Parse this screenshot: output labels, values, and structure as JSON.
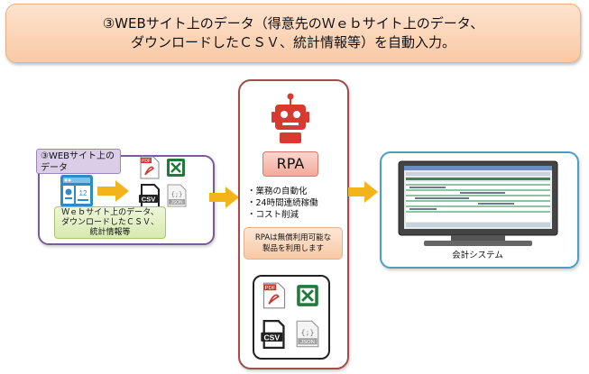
{
  "banner": {
    "line1": "③WEBサイト上のデータ（得意先のＷｅｂサイト上のデータ、",
    "line2": "ダウンロードしたＣＳＶ、統計情報等）を自動入力。"
  },
  "source": {
    "label": "③WEBサイト上のデータ",
    "caption_line1": "Ｗｅｂサイト上のデータ、",
    "caption_line2": "ダウンロードしたＣＳＶ、",
    "caption_line3": "統計情報等"
  },
  "rpa": {
    "label": "RPA",
    "bullets": [
      "・業務の自動化",
      "・24時間連続稼働",
      "・コスト削減"
    ],
    "note_line1": "RPAは無償利用可能な",
    "note_line2": "製品を利用します"
  },
  "icons": {
    "pdf": "PDF",
    "csv": "CSV",
    "json": "JSON",
    "json_braces": "{;}",
    "calendar_day": "12"
  },
  "system": {
    "caption": "会計システム"
  },
  "colors": {
    "arrow": "#f2b31b",
    "robot": "#d93a2f",
    "excel": "#1f7a3c",
    "pdf": "#d2332a"
  }
}
